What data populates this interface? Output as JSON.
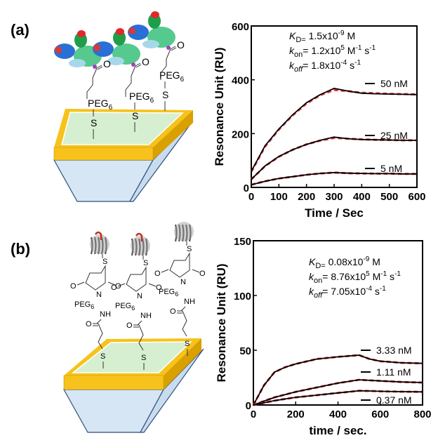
{
  "panels": [
    {
      "label": "(a)",
      "diagram": {
        "linkers": [
          {
            "carbonyl": "O",
            "peg": "PEG",
            "peg_sub": "6",
            "thiol": "S"
          },
          {
            "carbonyl": "O",
            "peg": "PEG",
            "peg_sub": "6",
            "thiol": "S"
          },
          {
            "carbonyl": "O",
            "peg": "PEG",
            "peg_sub": "6",
            "thiol": "S"
          }
        ]
      }
    },
    {
      "label": "(b)",
      "diagram": {
        "linkers": [
          {
            "thiol_top": "S",
            "imide_o1": "O",
            "imide_o2": "O",
            "nitrogen": "N",
            "peg": "PEG",
            "peg_sub": "6",
            "amide_nh": "NH",
            "amide_o": "O",
            "thiol": "S"
          },
          {
            "thiol_top": "S",
            "imide_o1": "O",
            "imide_o2": "O",
            "nitrogen": "N",
            "peg": "PEG",
            "peg_sub": "6",
            "amide_nh": "NH",
            "amide_o": "O",
            "thiol": "S"
          },
          {
            "thiol_top": "S",
            "imide_o1": "O",
            "imide_o2": "O",
            "nitrogen": "N",
            "peg": "PEG",
            "peg_sub": "6",
            "amide_nh": "NH",
            "amide_o": "O",
            "thiol": "S"
          }
        ]
      }
    }
  ],
  "colors": {
    "data_line": "#000000",
    "fit_line": "#e0393e",
    "gold": "#f7c21b",
    "gold_dark": "#d9a000",
    "sensor_top": "#d6efd0",
    "prism": "#d6e6f5",
    "prism_edge": "#2d4f7c"
  },
  "chart_data": [
    {
      "type": "line",
      "xlabel": "Time / Sec",
      "ylabel": "Resonance Unit (RU)",
      "xlim": [
        0,
        600
      ],
      "ylim": [
        0,
        600
      ],
      "xticks": [
        0,
        100,
        200,
        300,
        400,
        500,
        600
      ],
      "yticks": [
        0,
        200,
        400,
        600
      ],
      "grid": false,
      "annotation": [
        [
          {
            "t": "K",
            "s": "i"
          },
          {
            "t": "D=",
            "s": "sub"
          },
          {
            "t": " 1.5x10",
            "s": ""
          },
          {
            "t": "-9",
            "s": "sup"
          },
          {
            "t": " M",
            "s": ""
          }
        ],
        [
          {
            "t": "k",
            "s": "i"
          },
          {
            "t": "on",
            "s": "sub"
          },
          {
            "t": "= 1.2x10",
            "s": ""
          },
          {
            "t": "5",
            "s": "sup"
          },
          {
            "t": " M",
            "s": ""
          },
          {
            "t": "-1",
            "s": "sup"
          },
          {
            "t": " s",
            "s": ""
          },
          {
            "t": "-1",
            "s": "sup"
          }
        ],
        [
          {
            "t": "k",
            "s": "i"
          },
          {
            "t": "off",
            "s": "subi"
          },
          {
            "t": "= 1.8x10",
            "s": ""
          },
          {
            "t": "-4",
            "s": "sup"
          },
          {
            "t": "  s",
            "s": ""
          },
          {
            "t": "-1",
            "s": "sup"
          }
        ]
      ],
      "x": [
        0,
        50,
        100,
        150,
        200,
        250,
        300,
        350,
        400,
        450,
        500,
        550,
        600
      ],
      "series": [
        {
          "name": "50 nM",
          "values": [
            60,
            155,
            217,
            270,
            315,
            345,
            368,
            358,
            350,
            348,
            347,
            346,
            345
          ],
          "fit": [
            58,
            152,
            215,
            268,
            312,
            343,
            362,
            358,
            352,
            350,
            348,
            347,
            346
          ]
        },
        {
          "name": "25 nM",
          "values": [
            30,
            80,
            115,
            140,
            160,
            175,
            187,
            181,
            178,
            177,
            176,
            175,
            175
          ],
          "fit": [
            30,
            79,
            114,
            140,
            160,
            174,
            184,
            181,
            179,
            177,
            176,
            175,
            175
          ]
        },
        {
          "name": "5 nM",
          "values": [
            10,
            23,
            33,
            40,
            47,
            52,
            55,
            53,
            52,
            51,
            51,
            50,
            50
          ],
          "fit": [
            10,
            23,
            33,
            40,
            47,
            52,
            55,
            53,
            52,
            51,
            51,
            50,
            50
          ]
        }
      ]
    },
    {
      "type": "line",
      "xlabel": "time / sec.",
      "ylabel": "Resonance Unit (RU)",
      "xlim": [
        0,
        800
      ],
      "ylim": [
        0,
        150
      ],
      "xticks": [
        0,
        200,
        400,
        600,
        800
      ],
      "yticks": [
        0,
        50,
        100,
        150
      ],
      "grid": false,
      "annotation": [
        [
          {
            "t": "K",
            "s": "i"
          },
          {
            "t": "D=",
            "s": "sub"
          },
          {
            "t": " 0.08x10",
            "s": ""
          },
          {
            "t": "-9",
            "s": "sup"
          },
          {
            "t": " M",
            "s": ""
          }
        ],
        [
          {
            "t": "k",
            "s": "i"
          },
          {
            "t": "on",
            "s": "sub"
          },
          {
            "t": "= 8.76x10",
            "s": ""
          },
          {
            "t": "5",
            "s": "sup"
          },
          {
            "t": " M",
            "s": ""
          },
          {
            "t": "-1",
            "s": "sup"
          },
          {
            "t": " s",
            "s": ""
          },
          {
            "t": "-1",
            "s": "sup"
          }
        ],
        [
          {
            "t": "k",
            "s": "i"
          },
          {
            "t": "off",
            "s": "subi"
          },
          {
            "t": "= 7.05x10",
            "s": ""
          },
          {
            "t": "-4",
            "s": "sup"
          },
          {
            "t": "  s",
            "s": ""
          },
          {
            "t": "-1",
            "s": "sup"
          }
        ]
      ],
      "x": [
        0,
        50,
        100,
        150,
        200,
        300,
        400,
        500,
        550,
        600,
        700,
        800
      ],
      "series": [
        {
          "name": "3.33 nM",
          "values": [
            0,
            18,
            30,
            34.5,
            37.5,
            42,
            44,
            45.5,
            42,
            40,
            38.5,
            38
          ],
          "fit": [
            0,
            18,
            30,
            34.5,
            37.5,
            42,
            44,
            45.5,
            42,
            40,
            38.5,
            38
          ]
        },
        {
          "name": "1.11 nM",
          "values": [
            0,
            3.5,
            7,
            9.5,
            12,
            16,
            20,
            23,
            22.5,
            22,
            21,
            20.5
          ],
          "fit": [
            0,
            3.5,
            7,
            9.5,
            12,
            16,
            20,
            23,
            22.5,
            22,
            21,
            20.5
          ]
        },
        {
          "name": "0.37 nM",
          "values": [
            0,
            2,
            4,
            5.5,
            7,
            9,
            11,
            13,
            12.8,
            12.5,
            12.2,
            12
          ],
          "fit": [
            0,
            2,
            4,
            5.5,
            7,
            9,
            11,
            13,
            12.8,
            12.5,
            12.2,
            12
          ]
        }
      ]
    }
  ]
}
